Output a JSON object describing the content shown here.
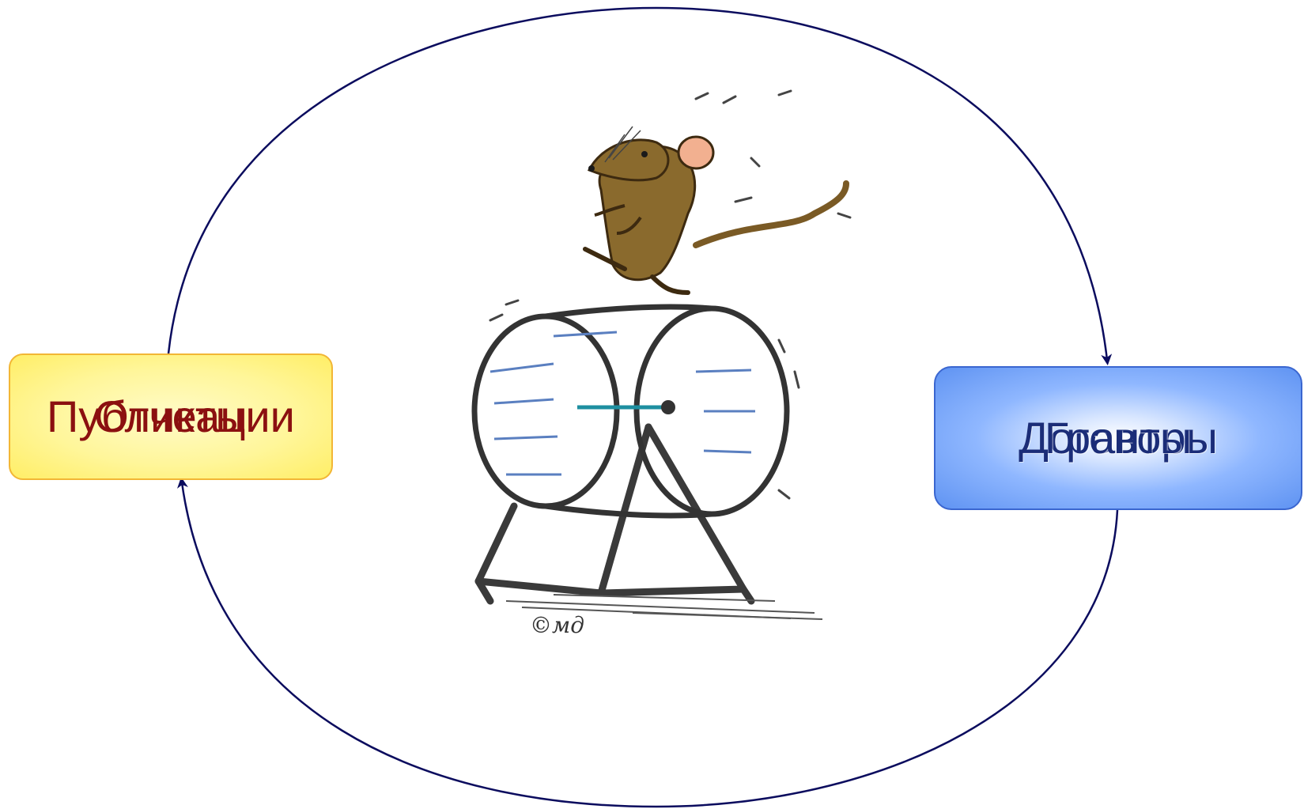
{
  "cycle_nodes": {
    "left": {
      "label_a": "Публикации",
      "label_b": "Отчеты"
    },
    "right": {
      "label_a": "Договоры",
      "label_b": "Гранты"
    }
  },
  "illustration": {
    "icon": "mouse-on-hamster-wheel-icon",
    "signature": "©мд"
  },
  "colors": {
    "cycle_line": "#0b0c5e",
    "left_box_fill": "#fff69a",
    "left_box_border": "#f2b635",
    "left_text": "#8b1010",
    "right_box_fill": "#8fb7ff",
    "right_box_border": "#3a66d0",
    "right_text": "#1b2d78",
    "mouse_fur": "#8a6a2d",
    "wheel_line": "#333333"
  }
}
